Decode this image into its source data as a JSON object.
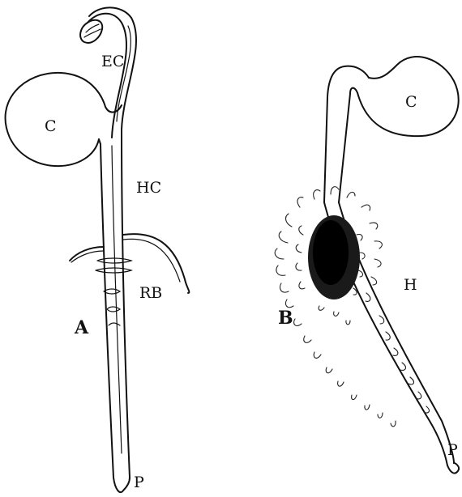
{
  "seedling_a": {
    "panel_label": "A",
    "cotyledon_label": "C",
    "epicotyl_label": "EC",
    "hypocotyl_label": "HC",
    "root_branch_label": "RB",
    "tip_label": "P"
  },
  "seedling_b": {
    "panel_label": "B",
    "cotyledon_label": "C",
    "hypocotyl_label": "H",
    "tip_label": "P"
  },
  "colors": {
    "ink": "#111111",
    "paper": "#ffffff"
  }
}
